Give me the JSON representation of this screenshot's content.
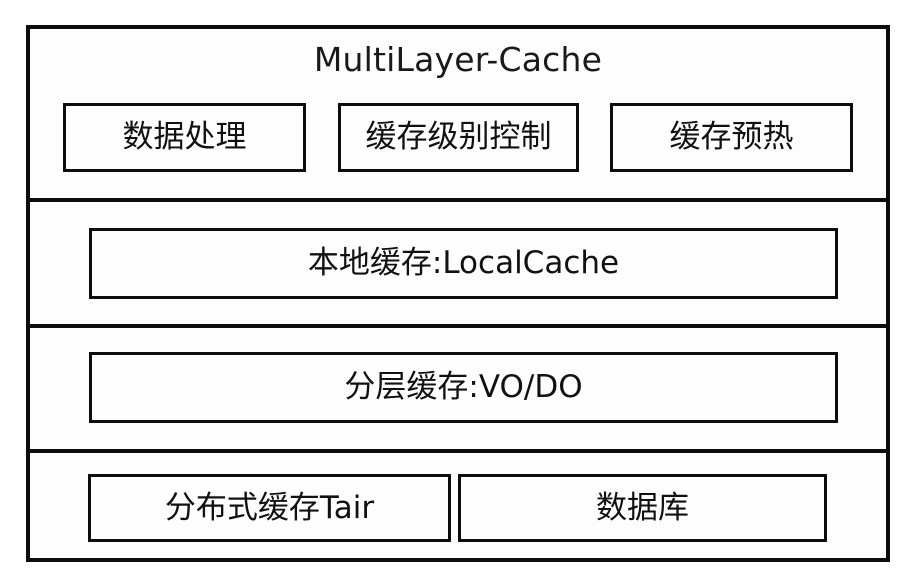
{
  "diagram": {
    "title": "MultiLayer-Cache",
    "layers": [
      {
        "id": "application",
        "title": "MultiLayer-Cache",
        "boxes": [
          {
            "id": "data-process",
            "label": "数据处理"
          },
          {
            "id": "cache-level-control",
            "label": "缓存级别控制"
          },
          {
            "id": "cache-warmup",
            "label": "缓存预热"
          }
        ]
      },
      {
        "id": "local-cache",
        "boxes": [
          {
            "id": "local-cache",
            "label": "本地缓存:LocalCache"
          }
        ]
      },
      {
        "id": "tiered-cache",
        "boxes": [
          {
            "id": "tiered-cache",
            "label": "分层缓存:VO/DO"
          }
        ]
      },
      {
        "id": "backend",
        "boxes": [
          {
            "id": "distributed-cache",
            "label": "分布式缓存Tair"
          },
          {
            "id": "database",
            "label": "数据库"
          }
        ]
      }
    ]
  },
  "colors": {
    "background": "#ffffff",
    "surface": "#fdfdfd",
    "stroke": "#0d0d0d",
    "text": "#111111"
  }
}
